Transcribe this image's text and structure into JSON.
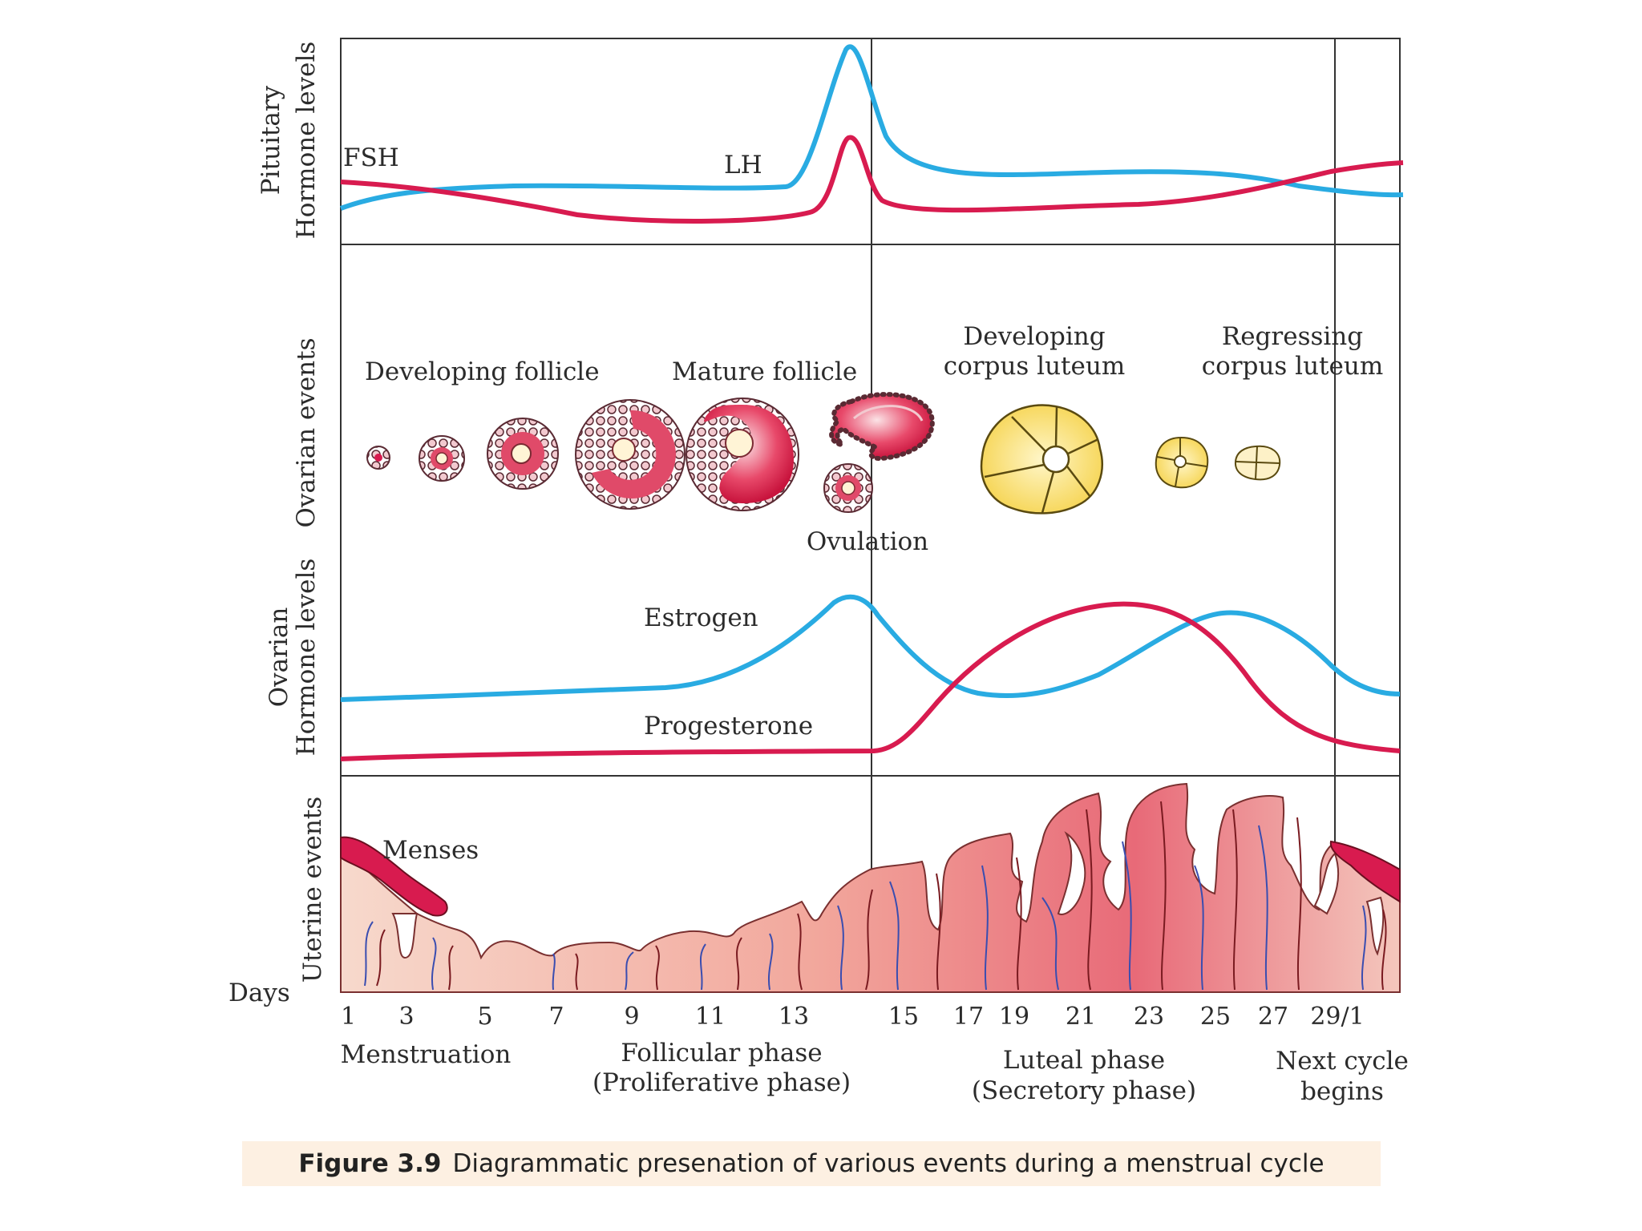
{
  "colors": {
    "blue": "#29abe2",
    "red": "#d81b4f",
    "frame": "#333333",
    "tissue_light": "#f6d5c8",
    "tissue_dark": "#e35a70",
    "yellow": "#f7dc6f"
  },
  "pituitary": {
    "axis_label_1": "Pituitary",
    "axis_label_2": "Hormone levels",
    "fsh_label": "FSH",
    "lh_label": "LH"
  },
  "ovarian_events": {
    "axis_label": "Ovarian events",
    "developing_follicle": "Developing follicle",
    "mature_follicle": "Mature follicle",
    "developing_cl_1": "Developing",
    "developing_cl_2": "corpus luteum",
    "regressing_cl_1": "Regressing",
    "regressing_cl_2": "corpus luteum",
    "ovulation": "Ovulation"
  },
  "ovarian_hormones": {
    "axis_label_1": "Ovarian",
    "axis_label_2": "Hormone levels",
    "estrogen_label": "Estrogen",
    "progesterone_label": "Progesterone"
  },
  "uterine": {
    "axis_label": "Uterine events",
    "menses_label": "Menses"
  },
  "days": {
    "label": "Days",
    "ticks": [
      "1",
      "3",
      "5",
      "7",
      "9",
      "11",
      "13",
      "15",
      "17",
      "19",
      "21",
      "23",
      "25",
      "27",
      "29/1"
    ]
  },
  "phases": {
    "menstruation": "Menstruation",
    "follicular_1": "Follicular phase",
    "follicular_2": "(Proliferative phase)",
    "luteal_1": "Luteal phase",
    "luteal_2": "(Secretory phase)",
    "next_1": "Next cycle",
    "next_2": "begins"
  },
  "caption": {
    "figure": "Figure 3.9",
    "text": "Diagrammatic presenation of various events during a menstrual cycle"
  }
}
